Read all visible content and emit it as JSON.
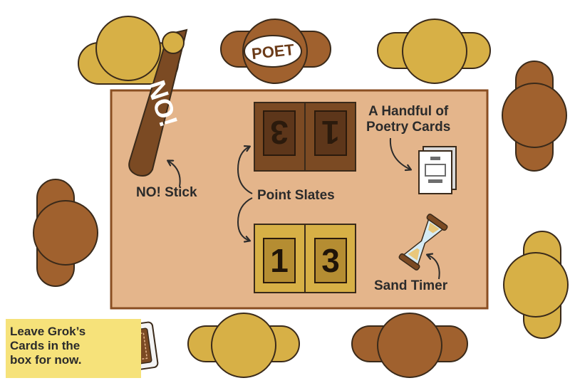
{
  "labels": {
    "no_stick": "NO! Stick",
    "point_slates": "Point Slates",
    "poetry_cards": [
      "A Handful of",
      "Poetry Cards"
    ],
    "sand_timer": "Sand Timer",
    "grok_note": [
      "Leave Grok’s",
      "Cards in the",
      "box for now."
    ]
  },
  "stick_text": "NO!",
  "poet_badge": "POET",
  "slates": {
    "dark": [
      "1",
      "3"
    ],
    "light": [
      "1",
      "3"
    ]
  },
  "colors": {
    "table": "#e4b58b",
    "table_border": "#8a4e22",
    "player_dark": "#a0612e",
    "player_light": "#d7b046",
    "slate_dark": "#7b4a23",
    "slate_light": "#d7b046",
    "note": "#f6e27a"
  },
  "icons": [
    "no-stick-icon",
    "poetry-card-icon",
    "sand-timer-icon",
    "card-box-icon"
  ]
}
